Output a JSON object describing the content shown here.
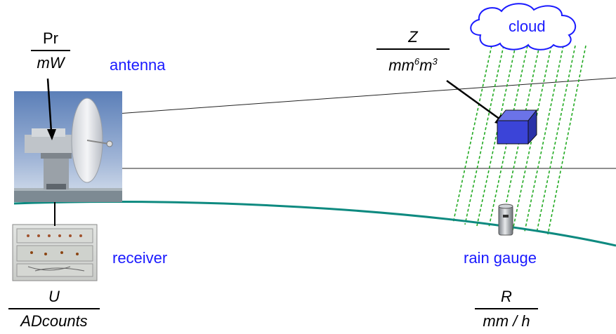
{
  "labels": {
    "antenna": "antenna",
    "receiver": "receiver",
    "cloud": "cloud",
    "rain_gauge": "rain gauge"
  },
  "fractions": {
    "pr": {
      "num": "Pr",
      "den": "mW"
    },
    "z": {
      "num": "Z",
      "den_a": "mm",
      "den_a_exp": "6",
      "den_b": "m",
      "den_b_exp": "3"
    },
    "u": {
      "num": "U",
      "den": "ADcounts"
    },
    "r": {
      "num": "R",
      "den": "mm / h"
    }
  },
  "colors": {
    "label_blue": "#1a1aff",
    "cloud_stroke": "#1a1aff",
    "ground": "#0e8a80",
    "rain": "#22aa22",
    "cube": "#3b44d8"
  },
  "icons": [
    "radar-antenna-photo",
    "receiver-rack-photo",
    "cloud-icon",
    "rain-gauge-icon",
    "volume-cube-icon"
  ]
}
